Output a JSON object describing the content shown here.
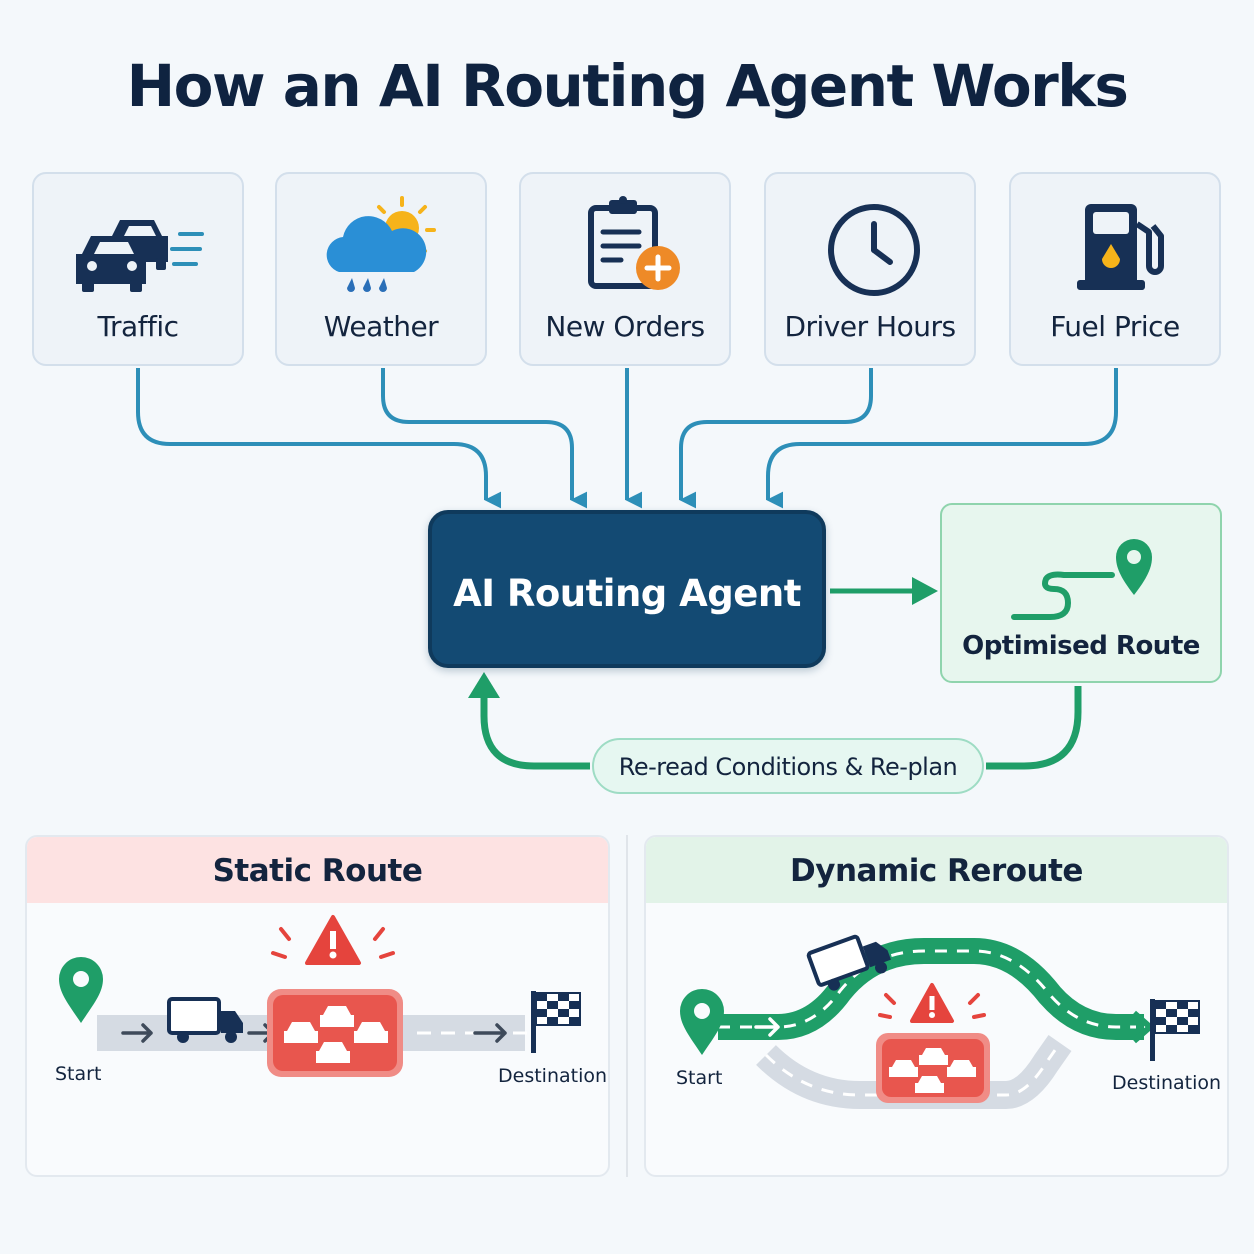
{
  "title": "How an AI Routing Agent Works",
  "inputs": [
    {
      "label": "Traffic",
      "icon": "traffic-cars-icon"
    },
    {
      "label": "Weather",
      "icon": "rain-cloud-sun-icon"
    },
    {
      "label": "New Orders",
      "icon": "clipboard-add-icon"
    },
    {
      "label": "Driver Hours",
      "icon": "clock-icon"
    },
    {
      "label": "Fuel Price",
      "icon": "fuel-pump-icon"
    }
  ],
  "agent": {
    "label": "AI Routing Agent"
  },
  "output": {
    "label": "Optimised Route",
    "icon": "route-pin-icon"
  },
  "loop": {
    "label": "Re-read Conditions & Re-plan"
  },
  "static_panel": {
    "title": "Static Route",
    "start": "Start",
    "destination": "Destination"
  },
  "dynamic_panel": {
    "title": "Dynamic Reroute",
    "start": "Start",
    "destination": "Destination"
  },
  "colors": {
    "title": "#0f2340",
    "agent": "#134a73",
    "arrow_blue": "#2d8fb8",
    "green": "#1f9e68",
    "alert_red": "#e5443d",
    "static_header": "#fde2e2",
    "dynamic_header": "#e2f3e8"
  }
}
